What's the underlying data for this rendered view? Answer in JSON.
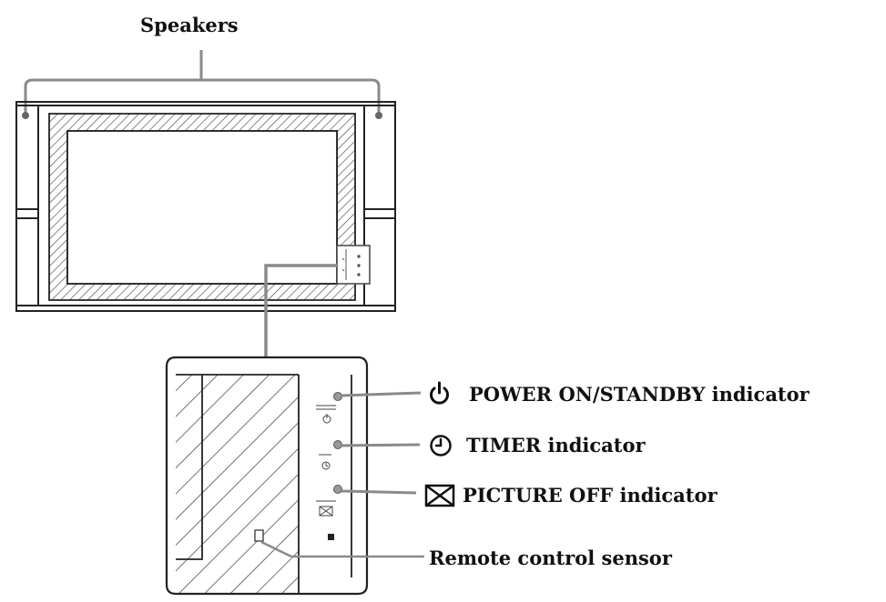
{
  "labels": {
    "speakers": "Speakers",
    "power": "POWER ON/STANDBY indicator",
    "timer": "TIMER indicator",
    "picture_off": "PICTURE OFF indicator",
    "remote_sensor": "Remote control sensor"
  },
  "icons": {
    "power": "power-symbol-icon",
    "timer": "clock-icon",
    "picture_off": "picture-off-icon"
  },
  "colors": {
    "line": "#222222",
    "callout": "#8a8a8a",
    "hatch": "#555555"
  }
}
